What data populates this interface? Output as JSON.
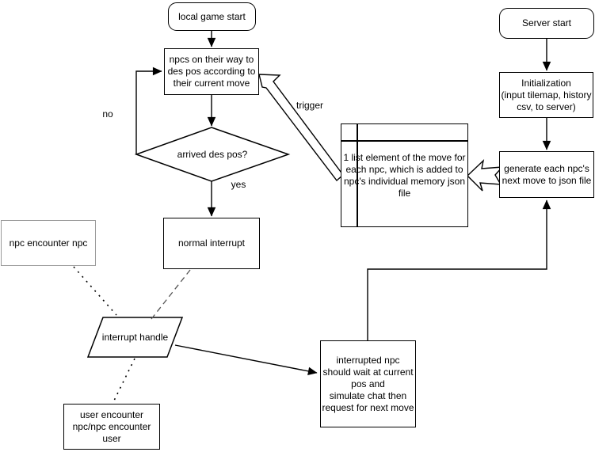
{
  "nodes": {
    "local_game_start": {
      "lines": [
        "local game start"
      ]
    },
    "npcs_move": {
      "lines": [
        "npcs on their way to",
        "des pos according to",
        "their current move"
      ]
    },
    "arrived_des_pos": {
      "lines": [
        "arrived des pos?"
      ]
    },
    "normal_interrupt": {
      "lines": [
        "normal interrupt"
      ]
    },
    "npc_encounter_npc": {
      "lines": [
        "npc encounter npc"
      ]
    },
    "interrupt_handle": {
      "lines": [
        "interrupt handle"
      ]
    },
    "user_encounter": {
      "lines": [
        "user encounter",
        "npc/npc encounter",
        "user"
      ]
    },
    "interrupted_npc": {
      "lines": [
        "interrupted npc",
        "should wait at current",
        "pos and",
        "simulate chat then",
        "request for next move"
      ]
    },
    "server_start": {
      "lines": [
        "Server start"
      ]
    },
    "initialization": {
      "lines": [
        "Initialization",
        "(input tilemap, history",
        "csv, to server)"
      ]
    },
    "generate_move": {
      "lines": [
        "generate each npc's",
        "next move to json file"
      ]
    },
    "list_element": {
      "lines": [
        "1 list element of the move for",
        "each npc, which is added to",
        "npc's individual memory json",
        "file"
      ]
    }
  },
  "edge_labels": {
    "no": "no",
    "yes": "yes",
    "trigger": "trigger"
  },
  "colors": {
    "stroke": "#000000",
    "muted_border": "#999999",
    "fill": "#ffffff",
    "text": "#000000"
  }
}
